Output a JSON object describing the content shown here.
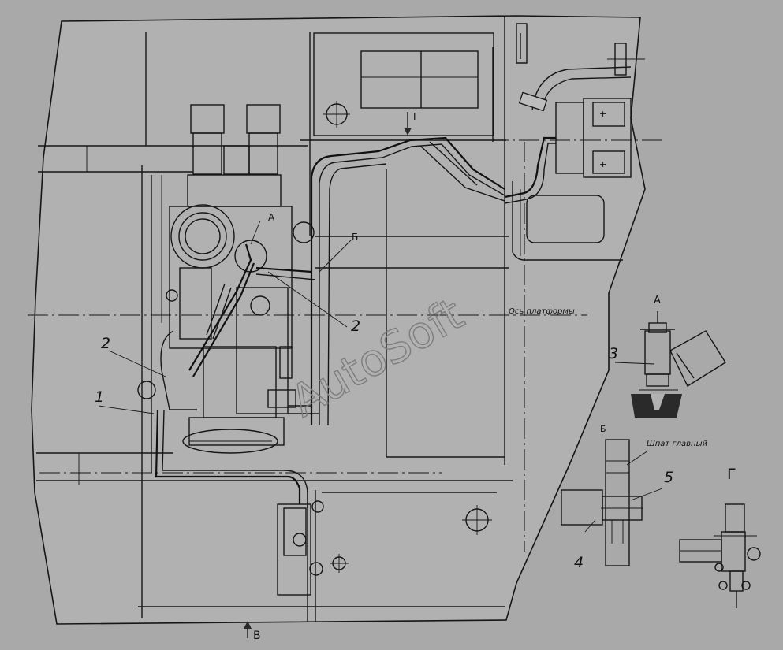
{
  "watermark": "AutoSoft",
  "callouts": {
    "item_1": "1",
    "item_2_left": "2",
    "item_2_right": "2",
    "item_3": "3",
    "item_4": "4",
    "item_5": "5",
    "view_a": "A",
    "view_b": "Б",
    "view_g_arrow": "Г",
    "view_v_arrow": "В"
  },
  "notes": {
    "platform_axis": "Ось платформы",
    "frame_member": "Шпат главный"
  },
  "detail_titles": {
    "detail_a": "А",
    "detail_b": "Б",
    "detail_g": "Г"
  }
}
